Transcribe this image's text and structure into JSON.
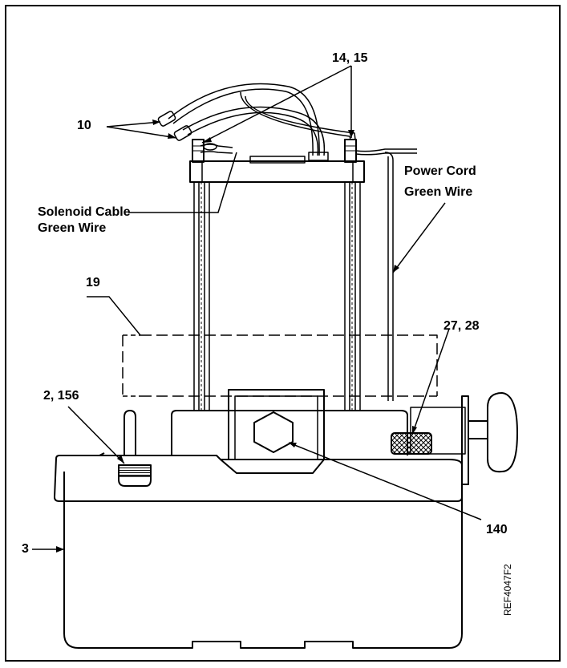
{
  "labels": {
    "c10": "10",
    "c14_15": "14, 15",
    "power_cord_line1": "Power Cord",
    "power_cord_line2": "Green Wire",
    "solenoid_line1": "Solenoid Cable",
    "solenoid_line2": "Green Wire",
    "c19": "19",
    "c27_28": "27, 28",
    "c2_156": "2, 156",
    "c140": "140",
    "c3": "3"
  },
  "reference_code": "REF4047F2"
}
